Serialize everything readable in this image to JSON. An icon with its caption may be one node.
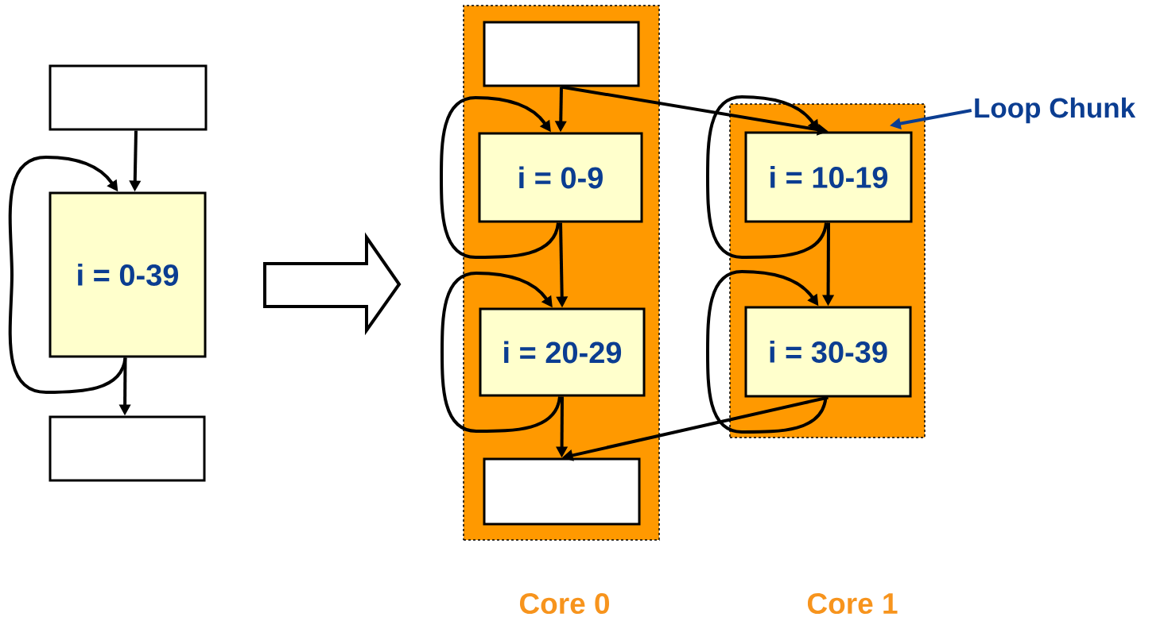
{
  "diagram": {
    "nodes": [
      {
        "text": [],
        "shape": "box"
      },
      {
        "text": [
          "i = 0-39"
        ]
      },
      {
        "text": [],
        "shape": "box"
      },
      {
        "text": [],
        "shape": "box"
      },
      {
        "text": [],
        "shape": "box",
        "in": 3
      },
      {
        "text": [
          "i = 0-9"
        ],
        "in": 3
      },
      {
        "text": [
          "i = 20-29"
        ],
        "in": 3
      },
      {
        "text": [],
        "shape": "box",
        "in": 3
      },
      {
        "text": [],
        "shape": "box"
      },
      {
        "text": [
          "i = 10-19"
        ],
        "in": 8
      },
      {
        "text": [
          "i = 30-39"
        ],
        "in": 8
      },
      {
        "text": [
          "Loop Chunk"
        ]
      }
    ],
    "edges": [
      {
        "from": 0,
        "to": 1,
        "arrow": "to"
      },
      {
        "from": 1,
        "to": 1,
        "arrow": "to"
      },
      {
        "from": 1,
        "to": 2,
        "arrow": "to"
      },
      {
        "from": 4,
        "to": 5,
        "arrow": "to"
      },
      {
        "from": 4,
        "to": 9,
        "arrow": "to"
      },
      {
        "from": 5,
        "to": 5,
        "arrow": "to"
      },
      {
        "from": 5,
        "to": 6,
        "arrow": "to"
      },
      {
        "from": 9,
        "to": 9,
        "arrow": "to"
      },
      {
        "from": 9,
        "to": 10,
        "arrow": "to"
      },
      {
        "from": 6,
        "to": 6,
        "arrow": "to"
      },
      {
        "from": 6,
        "to": 7,
        "arrow": "to"
      },
      {
        "from": 10,
        "to": 10,
        "arrow": "to"
      },
      {
        "from": 10,
        "to": 7,
        "arrow": "to"
      },
      {
        "from": 11,
        "to": 8,
        "arrow": "to",
        "color": "#0b3d91"
      }
    ],
    "labels": [
      "Core 0",
      "Core 1"
    ]
  }
}
